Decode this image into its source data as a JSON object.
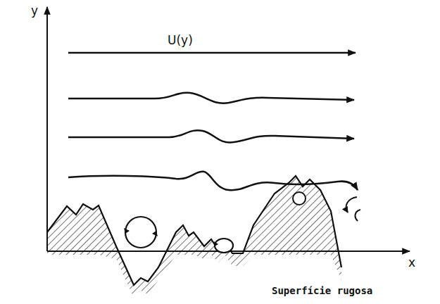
{
  "diagram": {
    "labels": [
      "y",
      "U(y)",
      "x",
      "Superfície rugosa"
    ]
  }
}
